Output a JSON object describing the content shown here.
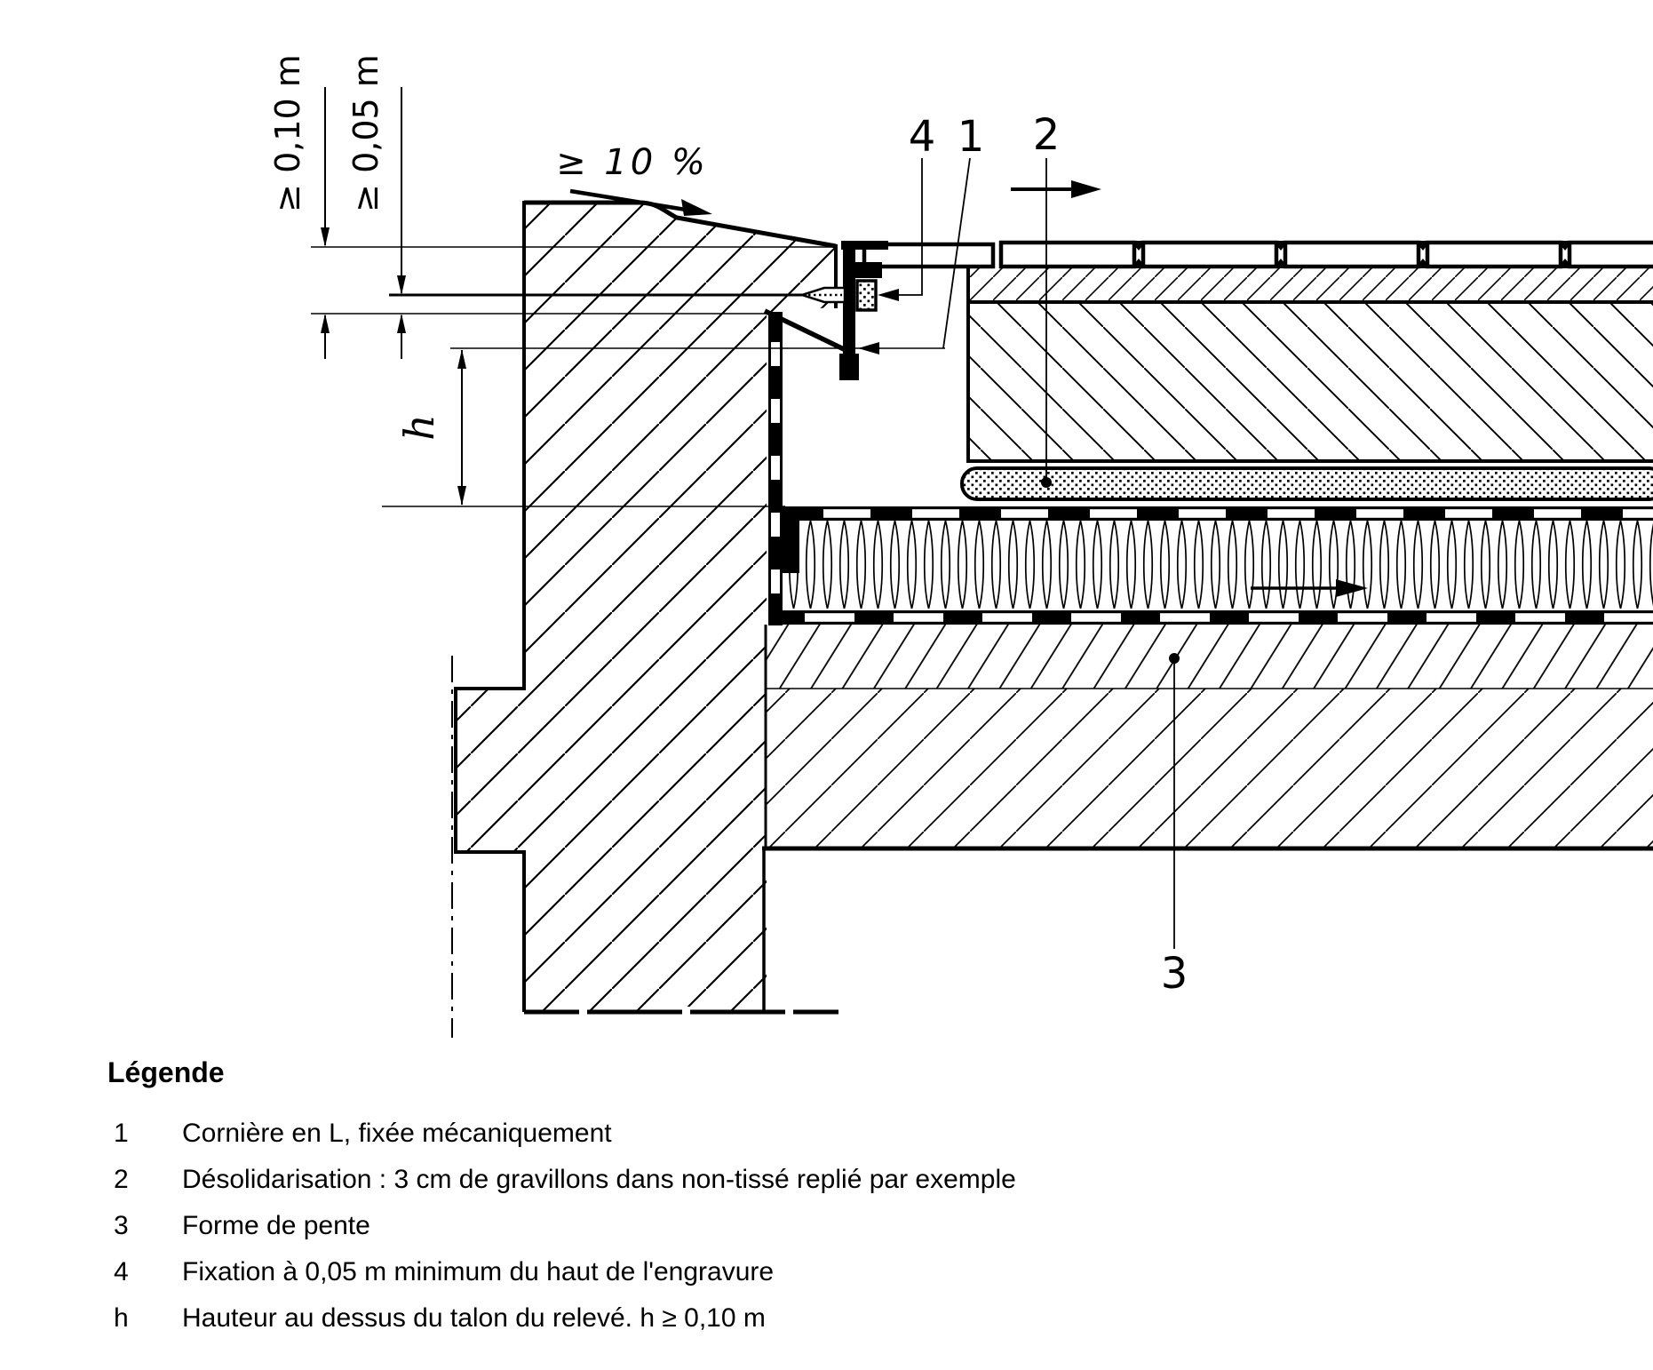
{
  "drawing": {
    "dim_010": "≥ 0,10 m",
    "dim_005": "≥ 0,05 m",
    "slope_label": "≥ 10 %",
    "h_label": "h",
    "callouts": {
      "c1": "1",
      "c2": "2",
      "c3": "3",
      "c4": "4"
    }
  },
  "legend": {
    "title": "Légende",
    "items": [
      {
        "num": "1",
        "text": "Cornière en L, fixée mécaniquement"
      },
      {
        "num": "2",
        "text": "Désolidarisation : 3 cm de gravillons dans non-tissé replié par exemple"
      },
      {
        "num": "3",
        "text": "Forme de pente"
      },
      {
        "num": "4",
        "text": "Fixation à 0,05 m minimum du haut de l'engravure"
      },
      {
        "num": "h",
        "text": "Hauteur au dessus du talon du relevé. h ≥ 0,10 m"
      }
    ]
  },
  "colors": {
    "ink": "#000000",
    "paper": "#ffffff"
  }
}
